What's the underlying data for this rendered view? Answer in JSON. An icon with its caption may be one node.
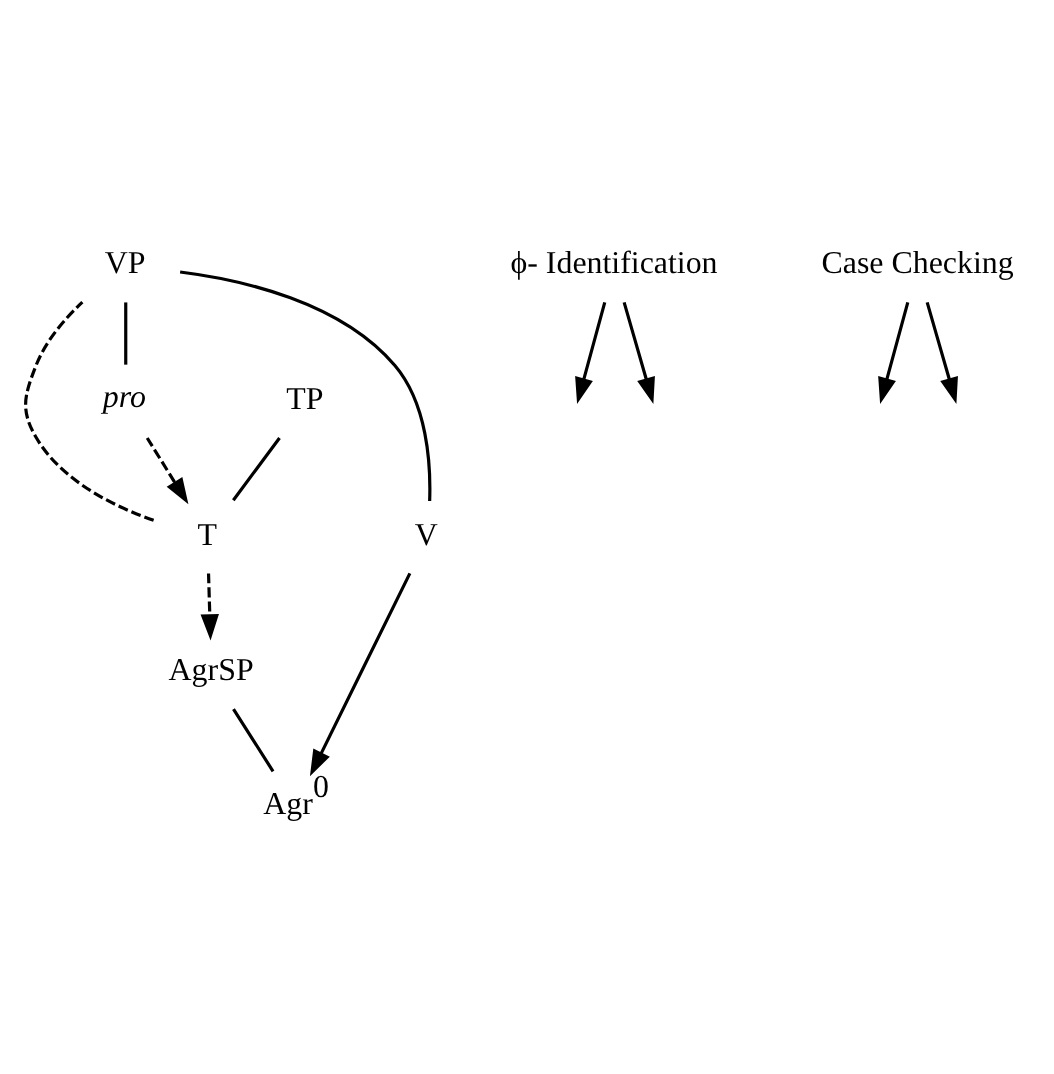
{
  "diagram": {
    "nodes": [
      {
        "text": [
          "AgrSP"
        ]
      },
      {
        "text": [
          "ϕ- Identification"
        ]
      },
      {
        "text": [
          "Agr$^{0}$"
        ]
      },
      {
        "text": [
          "TP"
        ]
      },
      {
        "text": [
          "Case Checking"
        ]
      },
      {
        "text": [
          "T"
        ]
      },
      {
        "text": [
          "VP"
        ]
      },
      {
        "text": [
          "pro"
        ]
      },
      {
        "text": [
          "V"
        ]
      }
    ],
    "edges": [
      {
        "from": 0,
        "to": 2,
        "arrow": "none"
      },
      {
        "from": 1,
        "to": null,
        "arrow": "to"
      },
      {
        "from": 1,
        "to": null,
        "arrow": "to"
      },
      {
        "from": 3,
        "to": 5,
        "arrow": "none"
      },
      {
        "from": 4,
        "to": null,
        "arrow": "to"
      },
      {
        "from": 4,
        "to": null,
        "arrow": "to"
      },
      {
        "from": 5,
        "to": 6,
        "arrow": "none",
        "style": "dashed"
      },
      {
        "from": 6,
        "to": 7,
        "arrow": "none"
      },
      {
        "from": 6,
        "to": 8,
        "arrow": "none"
      },
      {
        "from": 8,
        "to": 2,
        "arrow": "to"
      },
      {
        "from": 7,
        "to": 5,
        "arrow": "to",
        "style": "dashed"
      },
      {
        "from": 5,
        "to": 0,
        "arrow": "to",
        "style": "dashed"
      }
    ]
  }
}
